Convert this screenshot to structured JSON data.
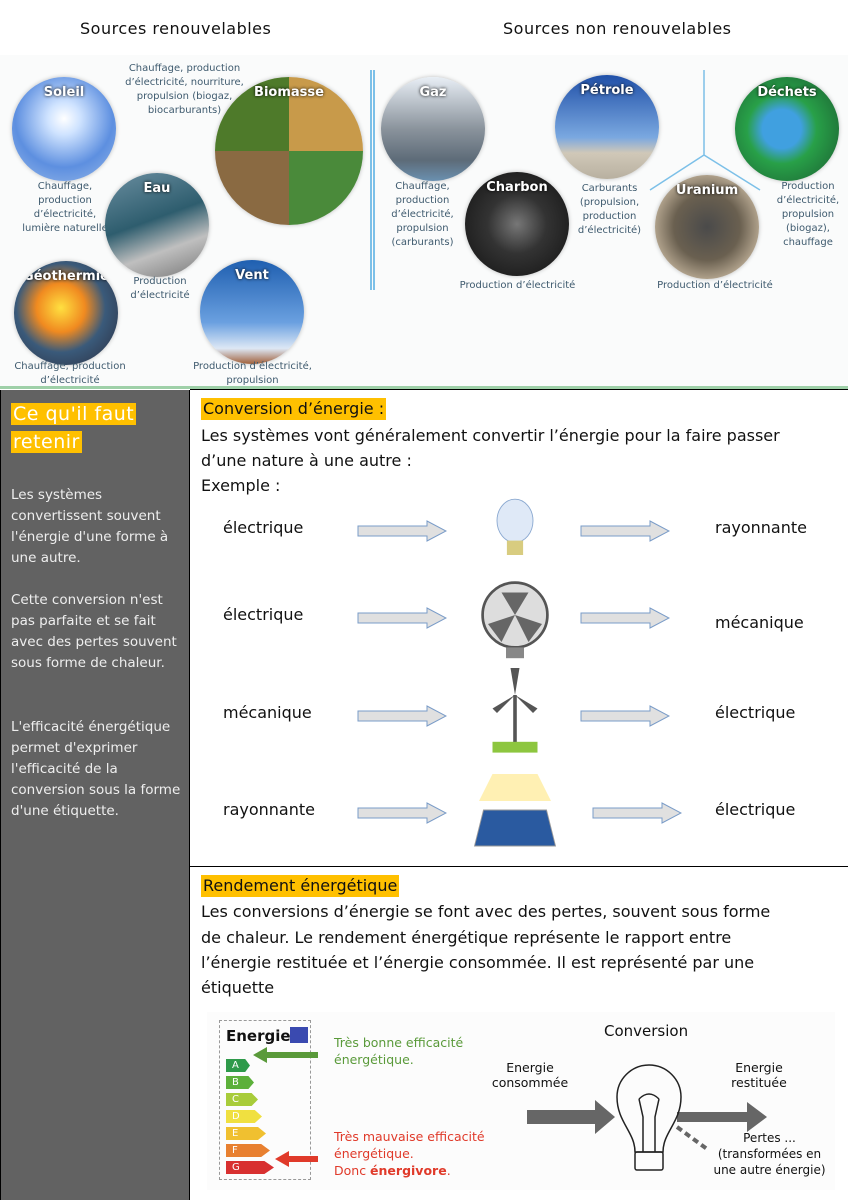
{
  "header": {
    "renewable": "Sources renouvelables",
    "non_renewable": "Sources non renouvelables"
  },
  "renewable": [
    {
      "name": "Soleil",
      "uses": "Chauffage, production d’électricité, lumière naturelle"
    },
    {
      "name": "Biomasse",
      "uses": "Chauffage, production d’électricité, nourriture, propulsion (biogaz, biocarburants)"
    },
    {
      "name": "Eau",
      "uses": "Production d’électricité"
    },
    {
      "name": "Géothermie",
      "uses": "Chauffage, production d’électricité"
    },
    {
      "name": "Vent",
      "uses": "Production d’électricité, propulsion"
    }
  ],
  "non_renewable": [
    {
      "name": "Gaz",
      "uses": "Chauffage, production d’électricité, propulsion (carburants)"
    },
    {
      "name": "Charbon",
      "uses": "Production d’électricité"
    },
    {
      "name": "Pétrole",
      "uses": "Carburants (propulsion, production d’électricité)"
    },
    {
      "name": "Uranium",
      "uses": "Production d’électricité"
    },
    {
      "name": "Déchets",
      "uses": "Production d’électricité, propulsion (biogaz), chauffage"
    }
  ],
  "sidebar": {
    "title_line1": "Ce qu'il faut",
    "title_line2": "retenir",
    "p1": "Les systèmes convertissent souvent l'énergie d'une forme à une autre.",
    "p2": "Cette conversion n'est pas parfaite et se fait avec des pertes souvent sous forme de chaleur.",
    "p3": "L'efficacité énergétique permet d'exprimer l'efficacité de la conversion sous la forme d'une étiquette."
  },
  "conversion": {
    "title": "Conversion d’énergie :",
    "line1": "Les systèmes vont généralement convertir l’énergie pour la faire passer",
    "line2": "d’une nature à une autre :",
    "example": "Exemple :",
    "rows": [
      {
        "from": "électrique",
        "device": "lightbulb",
        "to": "rayonnante"
      },
      {
        "from": "électrique",
        "device": "fan",
        "to": "mécanique"
      },
      {
        "from": "mécanique",
        "device": "wind-turbine",
        "to": "électrique"
      },
      {
        "from": "rayonnante",
        "device": "solar-panel",
        "to": "électrique"
      }
    ]
  },
  "rendement": {
    "title": "Rendement énergétique",
    "line1": "Les conversions d’énergie se font avec des pertes, souvent sous forme",
    "line2": "de chaleur. Le rendement énergétique représente le rapport entre",
    "line3": "l’énergie restituée et l’énergie consommée.  Il est représenté par une",
    "line4": "étiquette",
    "label_logo": "Energie",
    "grades": [
      "A",
      "B",
      "C",
      "D",
      "E",
      "F",
      "G"
    ],
    "good": "Très bonne efficacité énergétique.",
    "bad1": "Très mauvaise efficacité énergétique.",
    "bad2_prefix": "Donc ",
    "bad2_bold": "énergivore",
    "bad2_suffix": ".",
    "conv_title": "Conversion",
    "in_label": "Energie consommée",
    "out_label": "Energie restituée",
    "loss_label": "Pertes ... (transformées en une autre énergie)",
    "colors": {
      "accent": "#ffc000",
      "sidebar": "#626262",
      "good": "#5a9a3a",
      "bad": "#e03a2a"
    }
  }
}
